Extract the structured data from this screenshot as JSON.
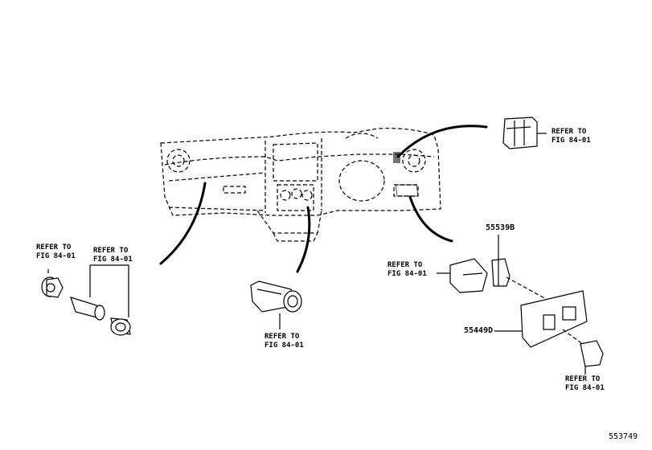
{
  "callouts": {
    "refer_top_right": [
      "REFER TO",
      "FIG 84-01"
    ],
    "refer_left_1": [
      "REFER TO",
      "FIG 84-01"
    ],
    "refer_left_2": [
      "REFER TO",
      "FIG 84-01"
    ],
    "refer_center": [
      "REFER TO",
      "FIG 84-01"
    ],
    "refer_mid_right": [
      "REFER TO",
      "FIG 84-01"
    ],
    "refer_bottom_right": [
      "REFER TO",
      "FIG 84-01"
    ]
  },
  "part_numbers": {
    "switch_b": "55539B",
    "panel_d": "55449D"
  },
  "sheet_number": "553749"
}
